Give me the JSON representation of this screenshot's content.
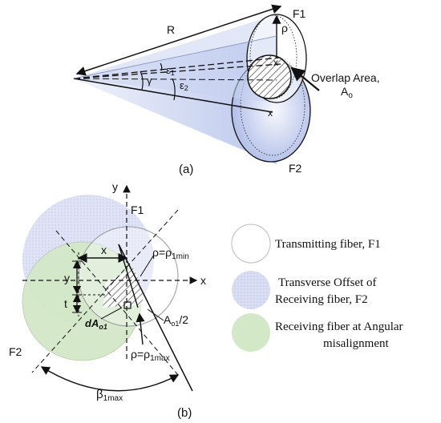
{
  "panel_a": {
    "label": "(a)",
    "R": "R",
    "F1": "F1",
    "F2": "F2",
    "rho": "ρ",
    "gamma": "γ",
    "eps1": "ε",
    "eps1_sub": "1",
    "eps2": "ε",
    "eps2_sub": "2",
    "overlap_line1": "Overlap Area,",
    "overlap_line2": "A",
    "overlap_sub": "o"
  },
  "panel_b": {
    "label": "(b)",
    "y_axis": "y",
    "x_axis": "x",
    "F1": "F1",
    "F2": "F2",
    "x": "x",
    "y": "y",
    "t": "t",
    "rho_min": "ρ=ρ",
    "rho_min_sub": "1min",
    "rho_max": "ρ=ρ",
    "rho_max_sub": "1max",
    "dA": "dA",
    "dA_sub": "o1",
    "Ao_half": "A",
    "Ao_half_sub": "o1",
    "Ao_half_tail": "/2",
    "beta": "β",
    "beta_sub": "1max"
  },
  "legend": {
    "transmitting": "Transmitting fiber, F1",
    "offset_line1": "Transverse Offset of",
    "offset_line2": "Receiving fiber, F2",
    "angular_line1": "Receiving fiber at Angular",
    "angular_line2": "misalignment"
  },
  "colors": {
    "cone_blue": "#b9c6ea",
    "offset_fill": "#d5dbf2",
    "angular_fill": "#cfe6c4",
    "line": "#111111"
  }
}
